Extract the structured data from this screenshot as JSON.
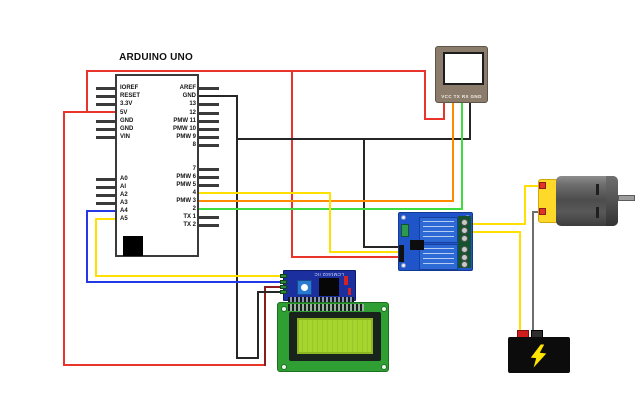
{
  "title": "ARDUINO UNO",
  "arduino": {
    "left_power_pins": [
      "IOREF",
      "RESET",
      "3.3V",
      "5V",
      "GND",
      "GND",
      "VIN"
    ],
    "left_analog_pins": [
      "A0",
      "AI",
      "A2",
      "A3",
      "A4",
      "A5"
    ],
    "right_digital_top": [
      "AREF",
      "GND",
      "13",
      "12",
      "PMW 11",
      "PMW 10",
      "PMW 9",
      "8"
    ],
    "right_digital_bottom": [
      "7",
      "PMW 6",
      "PMW 5",
      "4",
      "PMW 3",
      "2",
      "TX 1",
      "TX 2"
    ]
  },
  "fingerprint_sensor": {
    "pin_labels": "VCC TX RX GND"
  },
  "lcd_i2c_module": {
    "label": "LCM1602 IIC"
  },
  "colors": {
    "wire_red": "#e8342a",
    "wire_dark_red": "#8e1c1c",
    "wire_black": "#262626",
    "wire_orange": "#ff8b00",
    "wire_green": "#3fdc3f",
    "wire_yellow": "#ffe000",
    "wire_blue": "#2438e8",
    "wire_gray": "#6e6e6e"
  }
}
